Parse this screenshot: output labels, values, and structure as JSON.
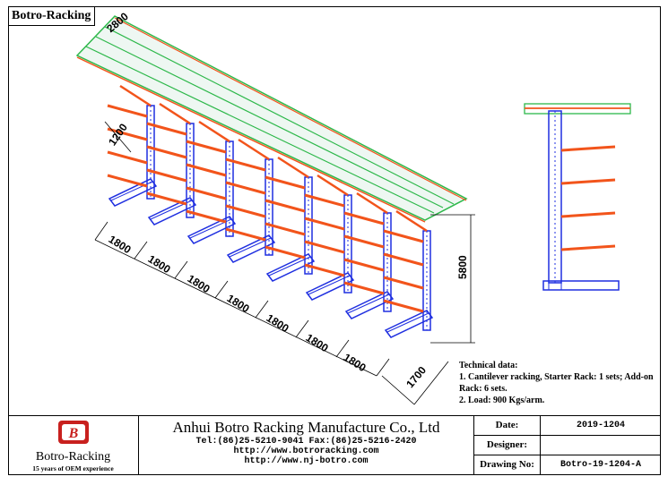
{
  "brand": {
    "name": "Botro-Racking",
    "tagline": "15 years of OEM experience"
  },
  "dimensions": {
    "top_depth": "2800",
    "arm_length": "1200",
    "bays": [
      "1800",
      "1800",
      "1800",
      "1800",
      "1800",
      "1800",
      "1800"
    ],
    "base_depth": "1700",
    "height": "5800"
  },
  "technical": {
    "title": "Technical data:",
    "line1": "1. Cantilever racking, Starter Rack: 1 sets; Add-on Rack: 6 sets.",
    "line2": "2. Load: 900 Kgs/arm."
  },
  "company": {
    "name": "Anhui Botro Racking Manufacture Co., Ltd",
    "phone": "Tel:(86)25-5210-9041 Fax:(86)25-5216-2420",
    "web1": "http://www.botroracking.com",
    "web2": "http://www.nj-botro.com"
  },
  "info": {
    "date_label": "Date:",
    "date_value": "2019-1204",
    "designer_label": "Designer:",
    "designer_value": "",
    "drawing_label": "Drawing No:",
    "drawing_value": "Botro-19-1204-A"
  },
  "colors": {
    "column": "#1f2fe0",
    "arm": "#f2541b",
    "roof_edge": "#2db84a",
    "ink": "#000000"
  }
}
